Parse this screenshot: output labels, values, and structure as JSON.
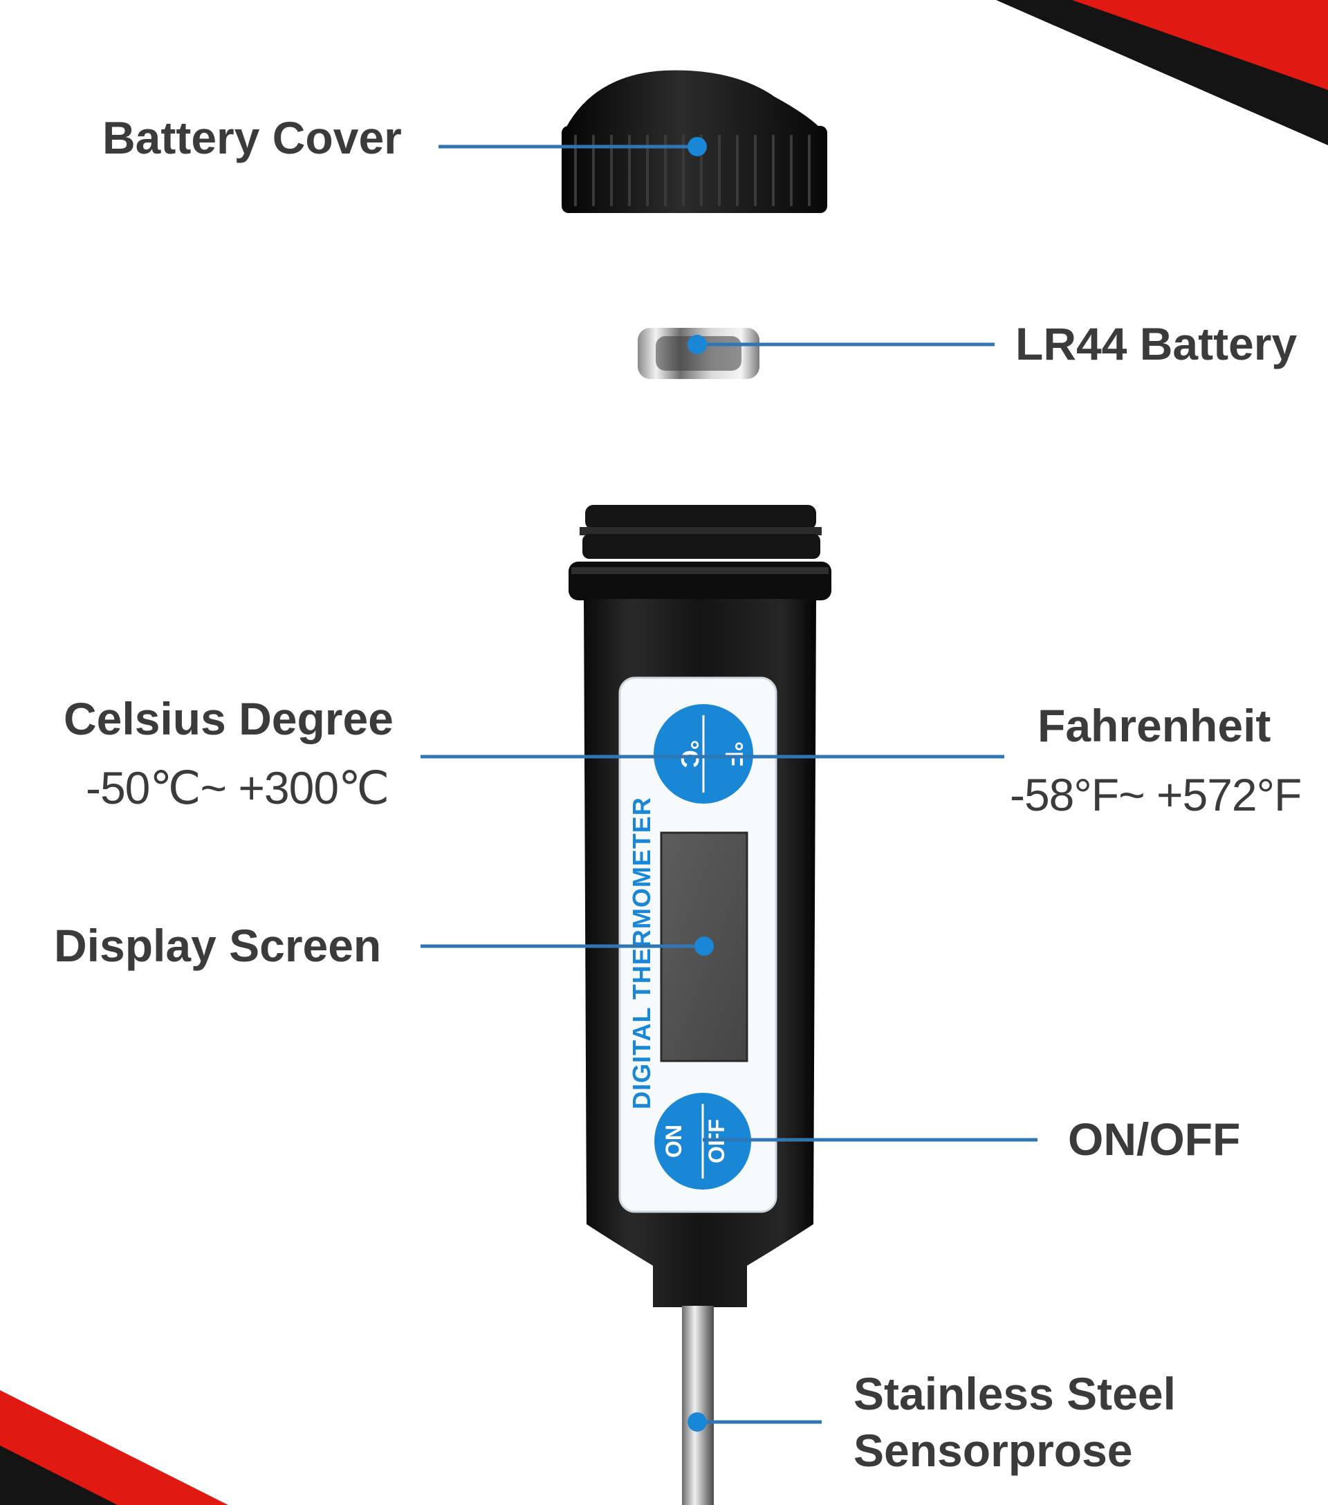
{
  "colors": {
    "accent_blue": "#1a86d6",
    "leader_line": "#2f77b4",
    "stripe_red": "#e01a12",
    "stripe_black": "#141414",
    "device_black": "#141414",
    "panel_white": "#f7fafc",
    "label_text": "#3b3b3b"
  },
  "device": {
    "brand_text": "DIGITAL THERMOMETER",
    "unit_button_top": "°C",
    "unit_button_bottom": "°F",
    "power_button_top": "ON",
    "power_button_bottom": "OFF"
  },
  "labels": {
    "battery_cover": "Battery Cover",
    "battery": "LR44 Battery",
    "celsius_title": "Celsius Degree",
    "celsius_range": "-50℃~ +300℃",
    "fahrenheit_title": "Fahrenheit",
    "fahrenheit_range": "-58°F~ +572°F",
    "display_screen": "Display Screen",
    "on_off": "ON/OFF",
    "probe_line1": "Stainless Steel",
    "probe_line2": "Sensorprose"
  }
}
